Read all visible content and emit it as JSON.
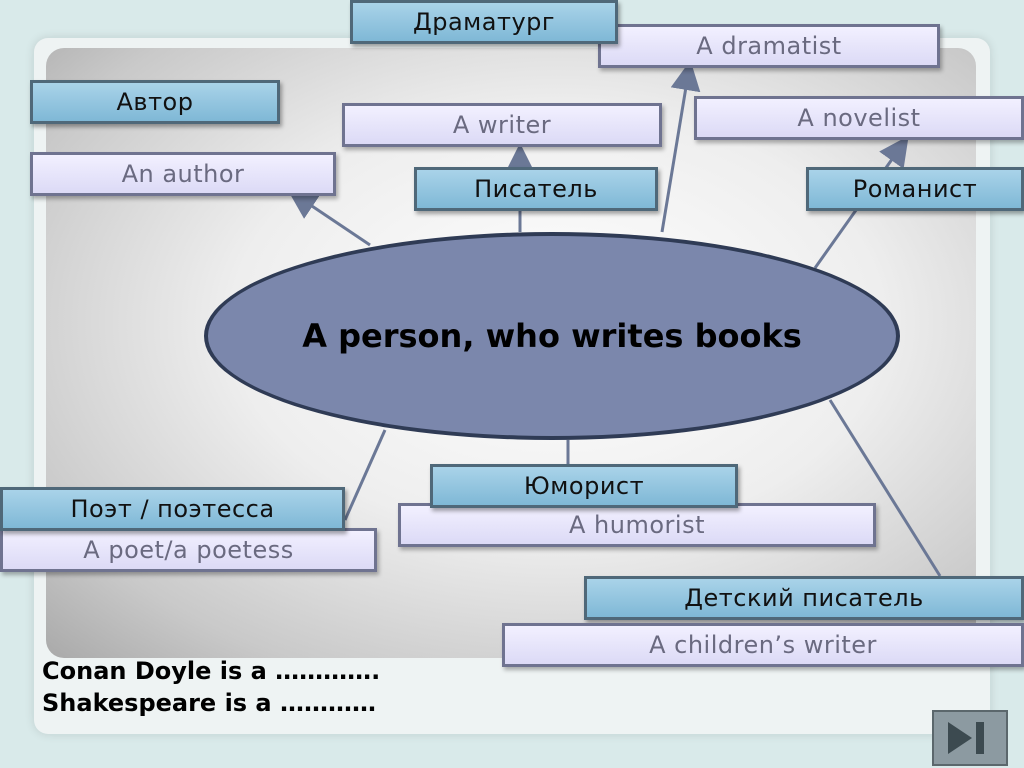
{
  "center": {
    "text": "A person, who writes books"
  },
  "terms": {
    "dramatist": {
      "ru": "Драматург",
      "en": "A dramatist"
    },
    "author": {
      "ru": "Автор",
      "en": "An author"
    },
    "writer": {
      "ru": "Писатель",
      "en": "A writer"
    },
    "novelist": {
      "ru": "Романист",
      "en": "A novelist"
    },
    "poet": {
      "ru": "Поэт / поэтесса",
      "en": "A poet/a poetess"
    },
    "humorist": {
      "ru": "Юморист",
      "en": "A humorist"
    },
    "childrens_writer": {
      "ru": "Детский писатель",
      "en": "A children’s writer"
    }
  },
  "questions": {
    "q1": "Conan Doyle is a ………….",
    "q2": "Shakespeare is a …………"
  },
  "nav": {
    "next_icon": "play-next-icon"
  }
}
